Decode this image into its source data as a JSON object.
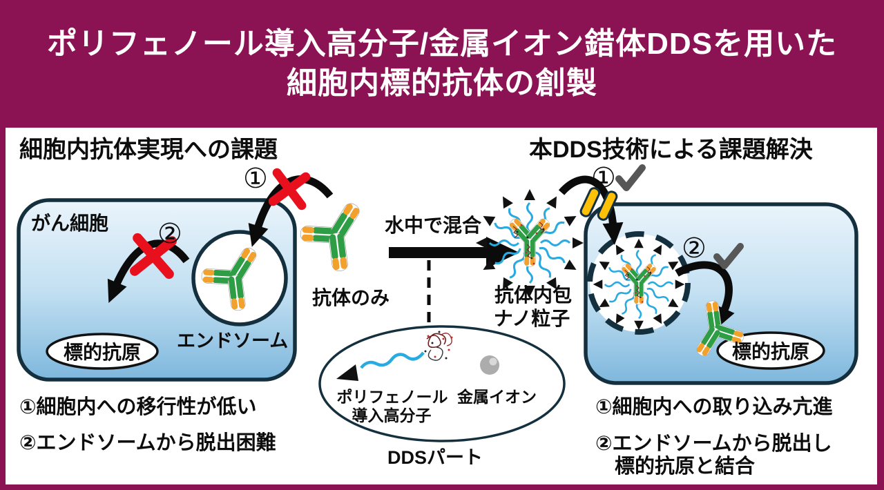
{
  "colors": {
    "banner_magenta": "#8B1354",
    "cell_border_navy": "#14303E",
    "cell_fill_top": "#EAF4FB",
    "cell_fill_bottom": "#7EB7DD",
    "antibody_green": "#2E9E46",
    "antibody_orange": "#F2A12D",
    "polymer_blue": "#29ABE2",
    "gate_yellow": "#FFC107",
    "check_gray": "#575757",
    "cross_red": "#E8101C",
    "metal_gray": "#ACACAC"
  },
  "banner": {
    "title_line1": "ポリフェノール導入高分子/金属イオン錯体DDSを用いた",
    "title_line2": "細胞内標的抗体の創製"
  },
  "left_panel": {
    "heading": "細胞内抗体実現への課題",
    "cell_label": "がん細胞",
    "endosome_label": "エンドソーム",
    "antigen_label": "標的抗原",
    "antibody_only_label": "抗体のみ",
    "step1_badge": "①",
    "step2_badge": "②",
    "note1": "①細胞内への移行性が低い",
    "note2": "②エンドソームから脱出困難"
  },
  "middle": {
    "mix_label": "水中で混合",
    "nanoparticle_label_line1": "抗体内包",
    "nanoparticle_label_line2": "ナノ粒子",
    "polymer_label_line1": "ポリフェノール",
    "polymer_label_line2": "導入高分子",
    "metal_ion_label": "金属イオン",
    "dds_part_label": "DDSパート"
  },
  "right_panel": {
    "heading": "本DDS技術による課題解決",
    "antigen_label": "標的抗原",
    "step1_badge": "①",
    "step2_badge": "②",
    "note1": "①細胞内への取り込み亢進",
    "note2_line1": "②エンドソームから脱出し",
    "note2_line2": "標的抗原と結合"
  }
}
